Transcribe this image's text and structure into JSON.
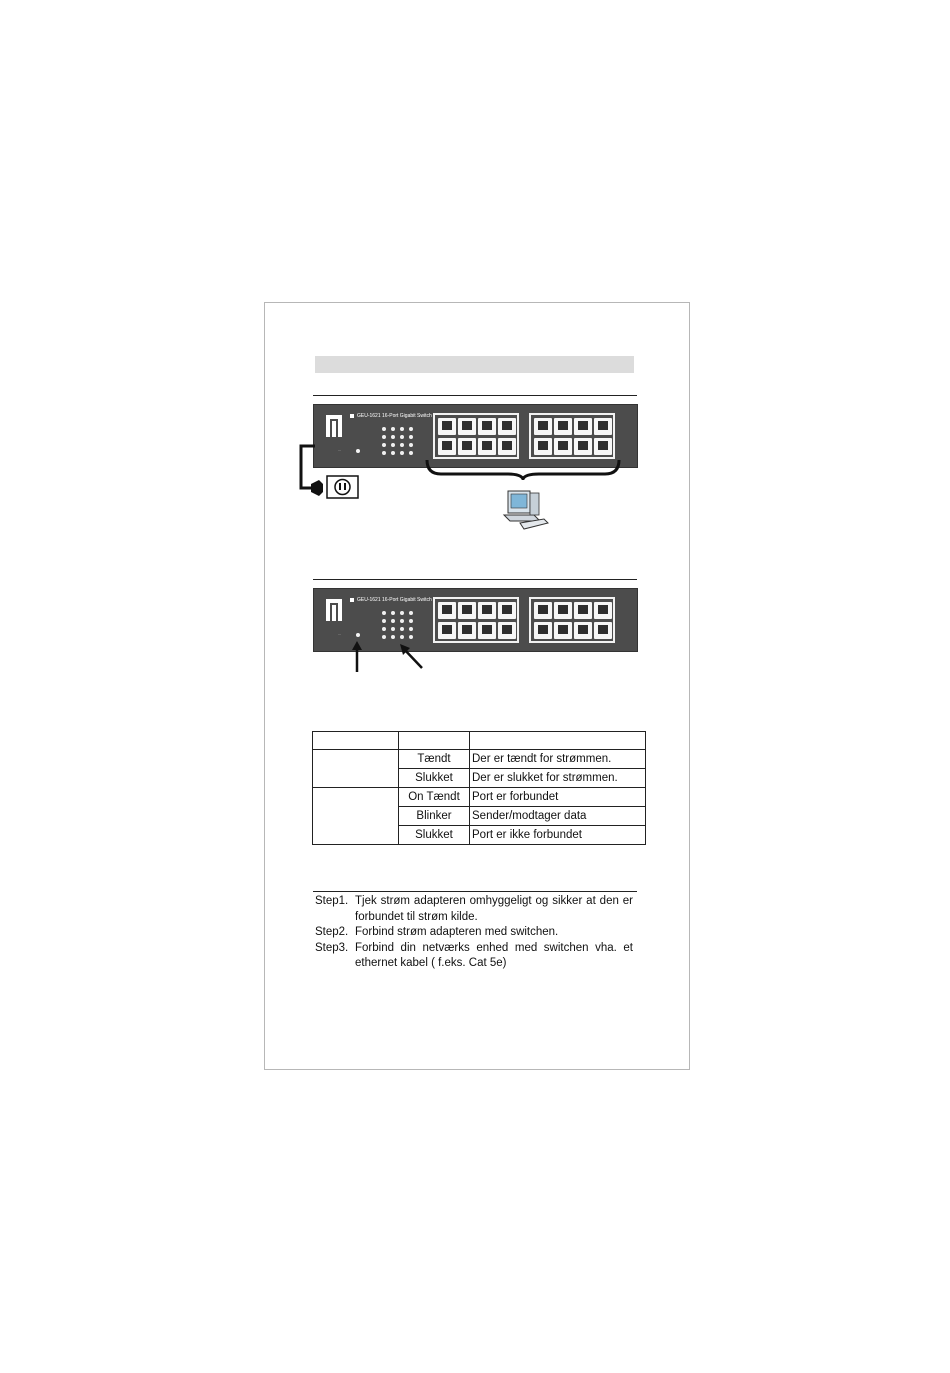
{
  "switch": {
    "brand": "level one",
    "model": "GEU-1621 16-Port Gigabit Switch"
  },
  "led_table": {
    "rows": [
      {
        "status": "Tændt",
        "description": "Der er tændt for strømmen."
      },
      {
        "status": "Slukket",
        "description": "Der er slukket for strømmen."
      },
      {
        "status": "On Tændt",
        "description": "Port er forbundet"
      },
      {
        "status": "Blinker",
        "description": "Sender/modtager data"
      },
      {
        "status": "Slukket",
        "description": "Port er ikke forbundet"
      }
    ]
  },
  "steps": [
    {
      "label": "Step1.",
      "text": "Tjek strøm adapteren omhyggeligt og sikker at den er forbundet til strøm kilde."
    },
    {
      "label": "Step2.",
      "text": "Forbind strøm adapteren med switchen."
    },
    {
      "label": "Step3.",
      "text": "Forbind din netværks enhed med switchen vha. et ethernet kabel ( f.eks. Cat 5e)"
    }
  ],
  "colors": {
    "switch_body": "#4c4c4c",
    "header_bar": "#dcdcdc"
  }
}
